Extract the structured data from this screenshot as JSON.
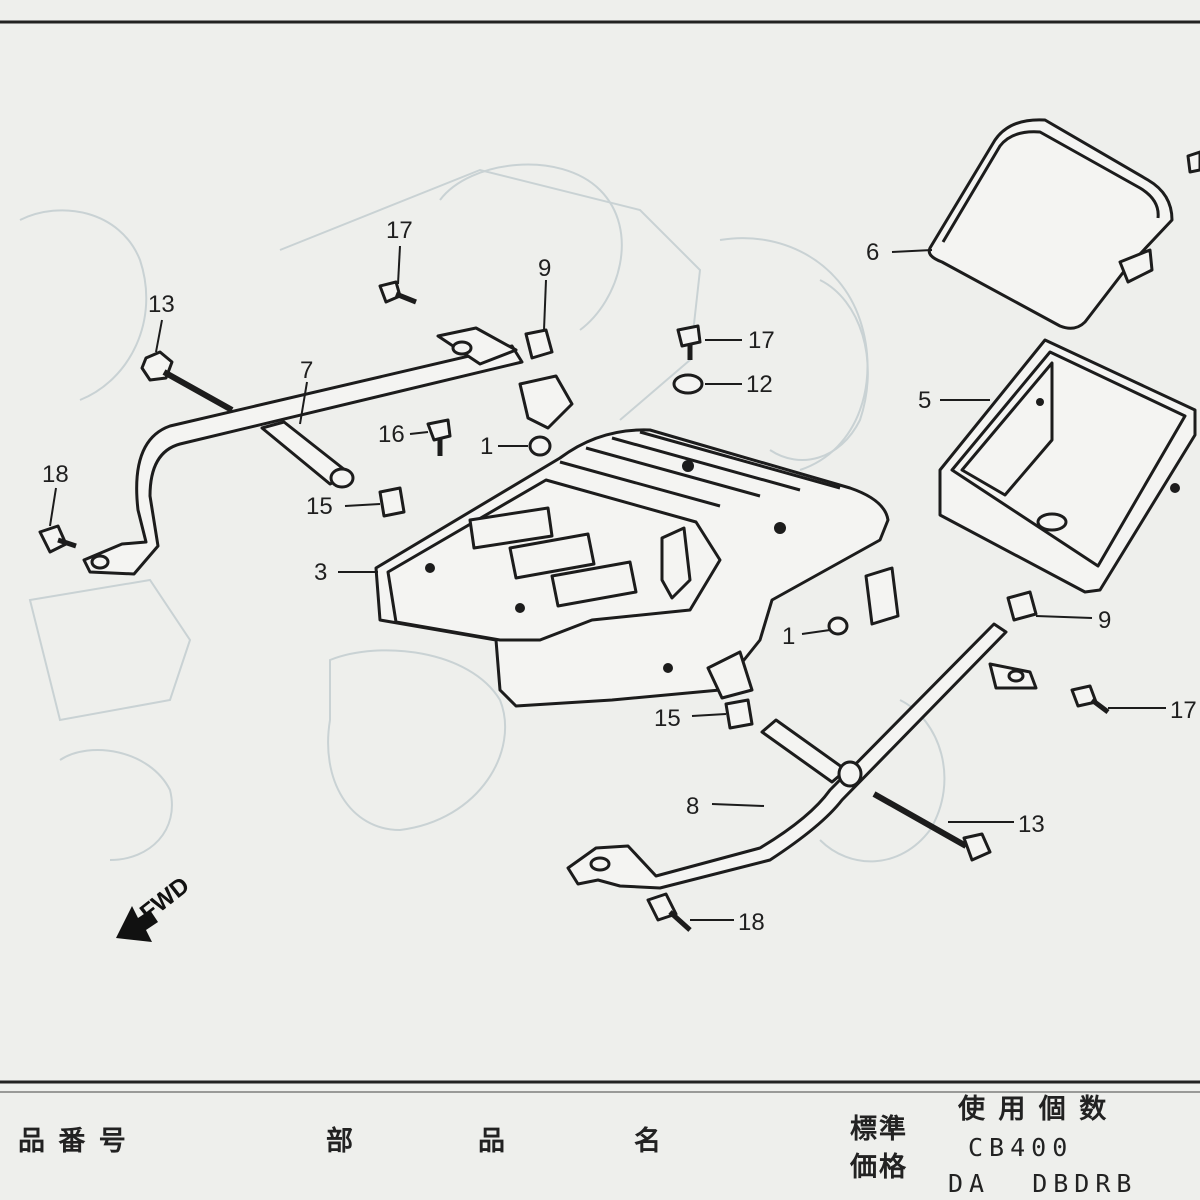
{
  "diagram": {
    "direction_label": "FWD",
    "callouts": {
      "p1a": "1",
      "p1b": "1",
      "p3": "3",
      "p5": "5",
      "p6": "6",
      "p7": "7",
      "p8": "8",
      "p9a": "9",
      "p9b": "9",
      "p12": "12",
      "p13a": "13",
      "p13b": "13",
      "p15a": "15",
      "p15b": "15",
      "p16": "16",
      "p17a": "17",
      "p17b": "17",
      "p17c": "17",
      "p18a": "18",
      "p18b": "18"
    }
  },
  "footer": {
    "part_number_header": "品 番 号",
    "part_name_header_1": "部",
    "part_name_header_2": "品",
    "part_name_header_3": "名",
    "standard_price_header_1": "標準",
    "standard_price_header_2": "価格",
    "usage_count_header": "使 用 個 数",
    "model": "CB400",
    "variant_codes": "DA  DBDRB"
  },
  "colors": {
    "paper": "#eeefec",
    "ink": "#1c1c1c",
    "ghost_lines": "#c9d2d4"
  }
}
